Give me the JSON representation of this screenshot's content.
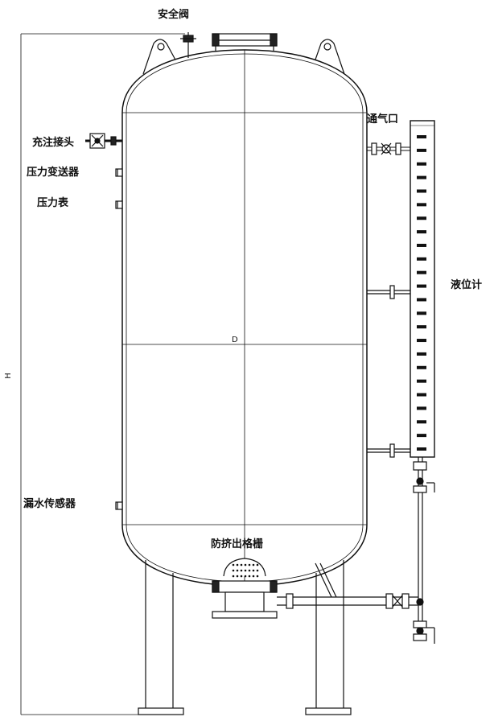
{
  "labels": {
    "safety_valve": "安全阀",
    "fill_connector": "充注接头",
    "pressure_transmitter": "压力变送器",
    "pressure_gauge": "压力表",
    "vent": "通气口",
    "level_gauge": "液位计",
    "leak_sensor": "漏水传感器",
    "anti_extrusion_grille": "防挤出格栅"
  },
  "dimensions": {
    "diameter": "D",
    "height": "H"
  },
  "level_gauge_marks": 24
}
